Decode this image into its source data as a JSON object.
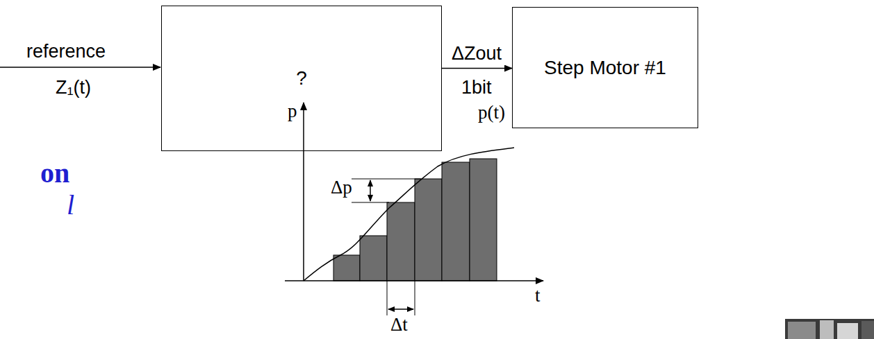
{
  "diagram": {
    "nodes": [
      {
        "text": [
          "?"
        ]
      },
      {
        "text": [
          "Step Motor #1"
        ]
      }
    ],
    "edges": [
      {
        "from": 0,
        "to": 1,
        "arrow": "to",
        "label": "ΔZout"
      }
    ],
    "labels": [
      "reference",
      "Z₁(t)",
      "1bit",
      "on",
      "l",
      "p",
      "p(t)",
      "Δp",
      "Δt",
      "t"
    ]
  }
}
